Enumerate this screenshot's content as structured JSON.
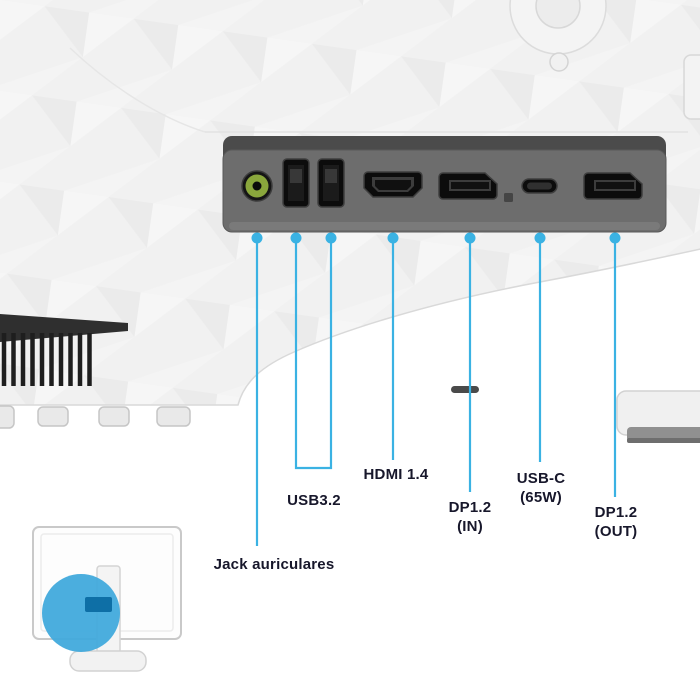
{
  "diagram": {
    "labels": {
      "jack": "Jack auriculares",
      "usb": "USB3.2",
      "hdmi": "HDMI 1.4",
      "dp_in": "DP1.2\n(IN)",
      "usbc": "USB-C\n(65W)",
      "dp_out": "DP1.2\n(OUT)"
    },
    "ports": [
      "Jack auriculares",
      "USB3.2",
      "USB3.2",
      "HDMI 1.4",
      "DP1.2 (IN)",
      "USB-C (65W)",
      "DP1.2 (OUT)"
    ],
    "colors": {
      "accent": "#3ab2e3",
      "jack_green": "#8aa73c",
      "panel_gray": "#6d6d6d",
      "highlight_blue": "#41aadc"
    }
  }
}
